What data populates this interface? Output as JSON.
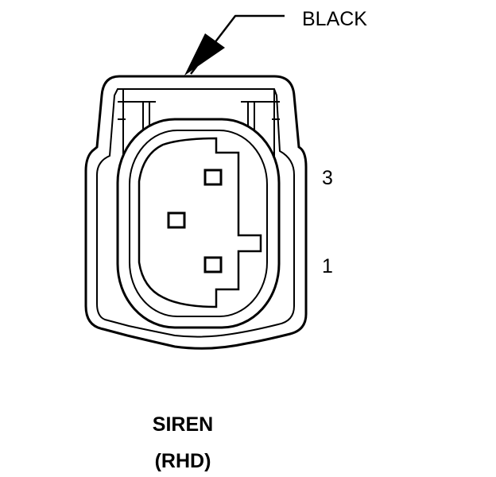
{
  "wire_color": "BLACK",
  "pins": [
    {
      "number": "3"
    },
    {
      "number": "1"
    }
  ],
  "caption": {
    "name": "SIREN",
    "variant": "(RHD)"
  },
  "colors": {
    "ink": "#000000",
    "background": "#ffffff"
  }
}
